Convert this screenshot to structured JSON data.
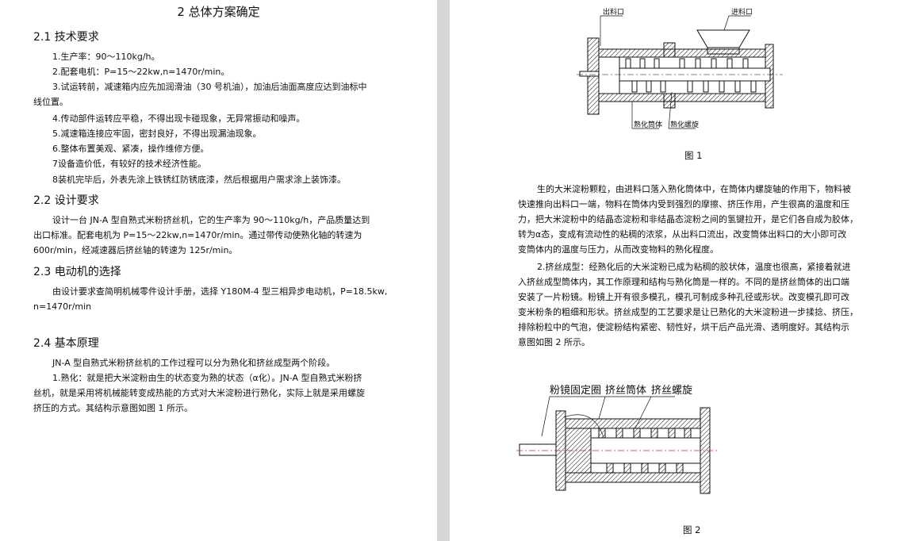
{
  "left": {
    "section_title": "2  总体方案确定",
    "sec21": {
      "heading": "2.1 技术要求",
      "items": [
        "1.生产率：90～110kg/h。",
        "2.配套电机：P=15～22kw,n=1470r/min。",
        "3.试运转前，减速箱内应先加润滑油（30 号机油），加油后油面高度应达到油标中",
        "线位置。",
        "4.传动部件运转应平稳，不得出现卡碰现象，无异常振动和噪声。",
        "5.减速箱连接应牢固，密封良好，不得出现漏油现象。",
        "6.整体布置美观、紧凑，操作维修方便。",
        "7设备造价低，有较好的技术经济性能。",
        "8装机完毕后，外表先涂上铁锈红防锈底漆，然后根据用户需求涂上装饰漆。"
      ]
    },
    "sec22": {
      "heading": "2.2 设计要求",
      "lines": [
        "设计一台 JN-A 型自熟式米粉挤丝机，它的生产率为 90～110kg/h，产品质量达到",
        "出口标准。配套电机为 P=15～22kw,n=1470r/min。通过带传动使熟化轴的转速为",
        "600r/min，经减速器后挤丝轴的转速为 125r/min。"
      ]
    },
    "sec23": {
      "heading": "2.3 电动机的选择",
      "lines": [
        "由设计要求查简明机械零件设计手册，选择 Y180M-4 型三相异步电动机，P=18.5kw,",
        "n=1470r/min"
      ]
    },
    "sec24": {
      "heading": "2.4 基本原理",
      "lines": [
        "JN-A 型自熟式米粉挤丝机的工作过程可以分为熟化和挤丝成型两个阶段。",
        "1.熟化：就是把大米淀粉由生的状态变为熟的状态（α化）。JN-A 型自熟式米粉挤",
        "丝机，就是采用将机械能转变成热能的方式对大米淀粉进行熟化，实际上就是采用螺旋",
        "挤压的方式。其结构示意图如图 1 所示。"
      ]
    }
  },
  "right": {
    "fig1": {
      "label_outlet": "出料口",
      "label_inlet": "进料口",
      "label_barrel": "熟化筒体",
      "label_screw": "熟化螺旋",
      "caption": "图 1"
    },
    "para1": [
      "生的大米淀粉颗粒，由进料口落入熟化筒体中，在筒体内螺旋轴的作用下，物料被",
      "快速推向出料口一端，物料在筒体内受到强烈的摩擦、挤压作用，产生很高的温度和压",
      "力，把大米淀粉中的结晶态淀粉和非结晶态淀粉之间的氢键拉开，是它们各自成为胶体，",
      "转为α态，变成有流动性的粘稠的浓浆，从出料口流出，改变筒体出料口的大小即可改",
      "变筒体内的温度与压力，从而改变物料的熟化程度。"
    ],
    "para2": [
      "2.挤丝成型：经熟化后的大米淀粉已成为粘稠的胶状体，温度也很高，紧接着就进",
      "入挤丝成型筒体内，其工作原理和结构与熟化筒是一样的。不同的是挤丝筒体的出口端",
      "安装了一片粉镜。粉镜上开有很多模孔，模孔可制成多种孔径或形状。改变模孔即可改",
      "变米粉条的粗细和形状。挤丝成型的工艺要求是让已熟化的大米淀粉进一步揉捻、挤压，",
      "排除粉粒中的气泡，使淀粉结构紧密、韧性好，烘干后产品光滑、透明度好。其结构示",
      "意图如图 2 所示。"
    ],
    "fig2": {
      "label_ring": "粉镜固定圈",
      "label_barrel": "挤丝筒体",
      "label_screw": "挤丝螺旋",
      "caption": "图 2"
    }
  }
}
